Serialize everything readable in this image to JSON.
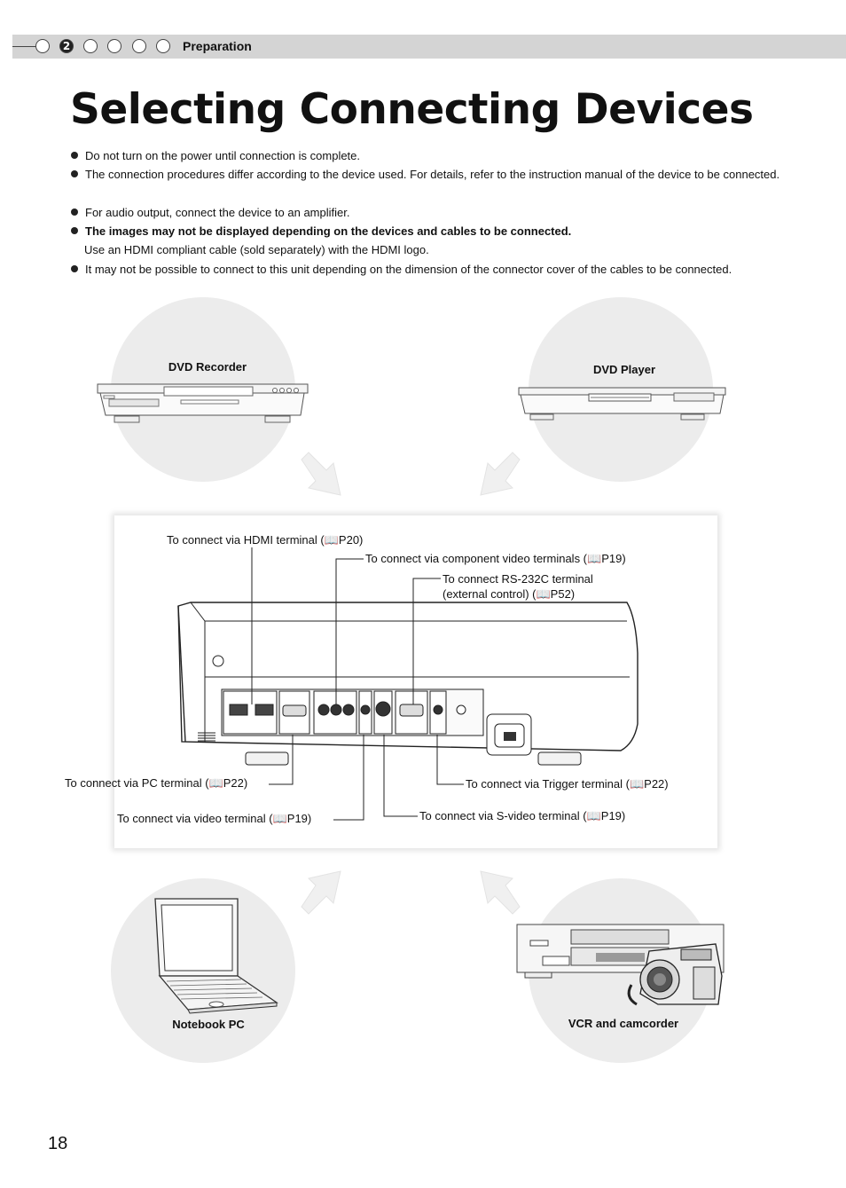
{
  "header": {
    "section_label": "Preparation",
    "steps": [
      "",
      "2",
      "",
      "",
      "",
      ""
    ],
    "active_step": 2
  },
  "page_title": "Selecting Connecting Devices",
  "notes": [
    {
      "text": "Do not turn on the power until connection is complete.",
      "bold": false
    },
    {
      "text": "The connection procedures differ according to the device used. For details, refer to the instruction manual of the device to be connected.",
      "bold": false
    },
    {
      "text": "For audio output, connect the device to an amplifier.",
      "bold": false
    },
    {
      "text": "The images may not be displayed depending on the devices and cables to be connected.",
      "bold": true,
      "sub": "Use an HDMI compliant cable (sold separately) with the HDMI logo."
    },
    {
      "text": "It may not be possible to connect to this unit depending on the dimension of the connector cover of the cables to be connected.",
      "bold": false
    }
  ],
  "devices": {
    "dvd_recorder": "DVD Recorder",
    "dvd_player": "DVD Player",
    "notebook_pc": "Notebook PC",
    "vcr_camcorder": "VCR and camcorder"
  },
  "callouts": {
    "hdmi": "To connect via HDMI terminal (",
    "hdmi_ref": "P20)",
    "component": "To connect via component video terminals (",
    "component_ref": "P19)",
    "rs232c_line1": "To connect RS-232C terminal",
    "rs232c_line2": "(external control) (",
    "rs232c_ref": "P52)",
    "pc": "To connect via PC terminal (",
    "pc_ref": "P22)",
    "trigger": "To connect via Trigger terminal (",
    "trigger_ref": "P22)",
    "video": "To connect via video terminal (",
    "video_ref": "P19)",
    "svideo": "To connect via S-video terminal (",
    "svideo_ref": "P19)"
  },
  "page_number": "18",
  "colors": {
    "header_bar": "#d4d4d4",
    "circle_bg": "#ececec",
    "text": "#111111"
  }
}
